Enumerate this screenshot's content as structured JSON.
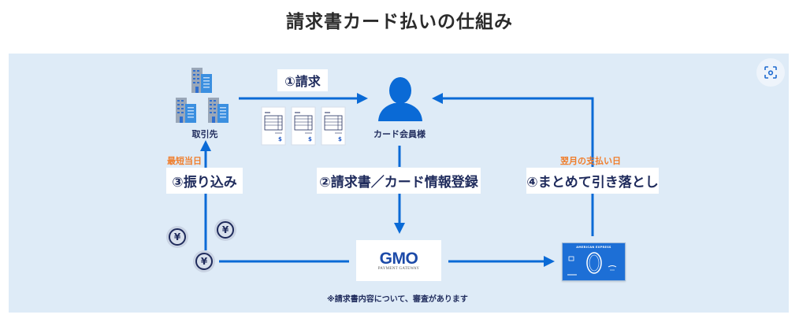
{
  "title": "請求書カード払いの仕組み",
  "diagram": {
    "partner_label": "取引先",
    "member_label": "カード会員様",
    "step1_label": "①請求",
    "step2_label": "②請求書／カード情報登録",
    "step3_label": "③振り込み",
    "step4_label": "④まとめて引き落とし",
    "step3_timing": "最短当日",
    "step4_timing": "翌月の支払い日",
    "gmo_logo": "GMO",
    "gmo_sub": "PAYMENT GATEWAY",
    "card_brand": "AMERICAN EXPRESS",
    "note": "※請求書内容について、審査があります",
    "yen_symbol": "¥",
    "invoice_currency": "$",
    "icons": {
      "partner": "buildings-icon",
      "member": "person-icon",
      "invoice": "invoice-document-icon",
      "coin": "yen-coin-icon",
      "card": "credit-card-icon",
      "zoom": "image-zoom-icon"
    },
    "colors": {
      "panel_bg": "#deebf7",
      "arrow": "#0a6ad6",
      "text_navy": "#1f2b5c",
      "accent_orange": "#f07d2a",
      "card_blue": "#1d6fd6"
    }
  }
}
